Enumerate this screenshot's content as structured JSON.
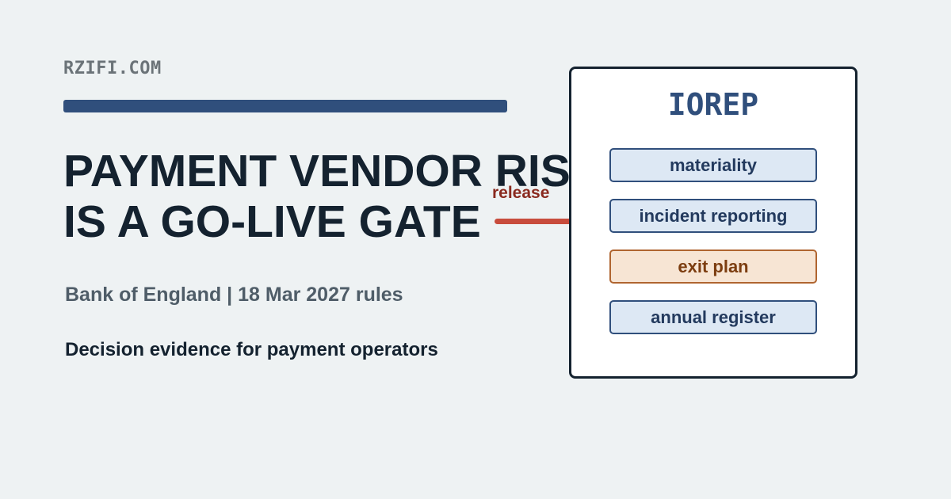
{
  "site": {
    "name": "RZIFI.COM"
  },
  "headline": {
    "line1": "PAYMENT VENDOR RISK",
    "line2": "IS A GO-LIVE GATE"
  },
  "subtitle": "Bank of England | 18 Mar 2027 rules",
  "tagline": "Decision evidence for payment operators",
  "connector": {
    "label": "release",
    "color": "#c84c3c"
  },
  "panel": {
    "title": "IOREP",
    "items": [
      {
        "label": "materiality",
        "highlighted": false
      },
      {
        "label": "incident reporting",
        "highlighted": false
      },
      {
        "label": "exit plan",
        "highlighted": true
      },
      {
        "label": "annual register",
        "highlighted": false
      }
    ]
  },
  "colors": {
    "background": "#eef2f3",
    "accent": "#304f7c",
    "text": "#14222f",
    "highlight": "#b06530"
  }
}
